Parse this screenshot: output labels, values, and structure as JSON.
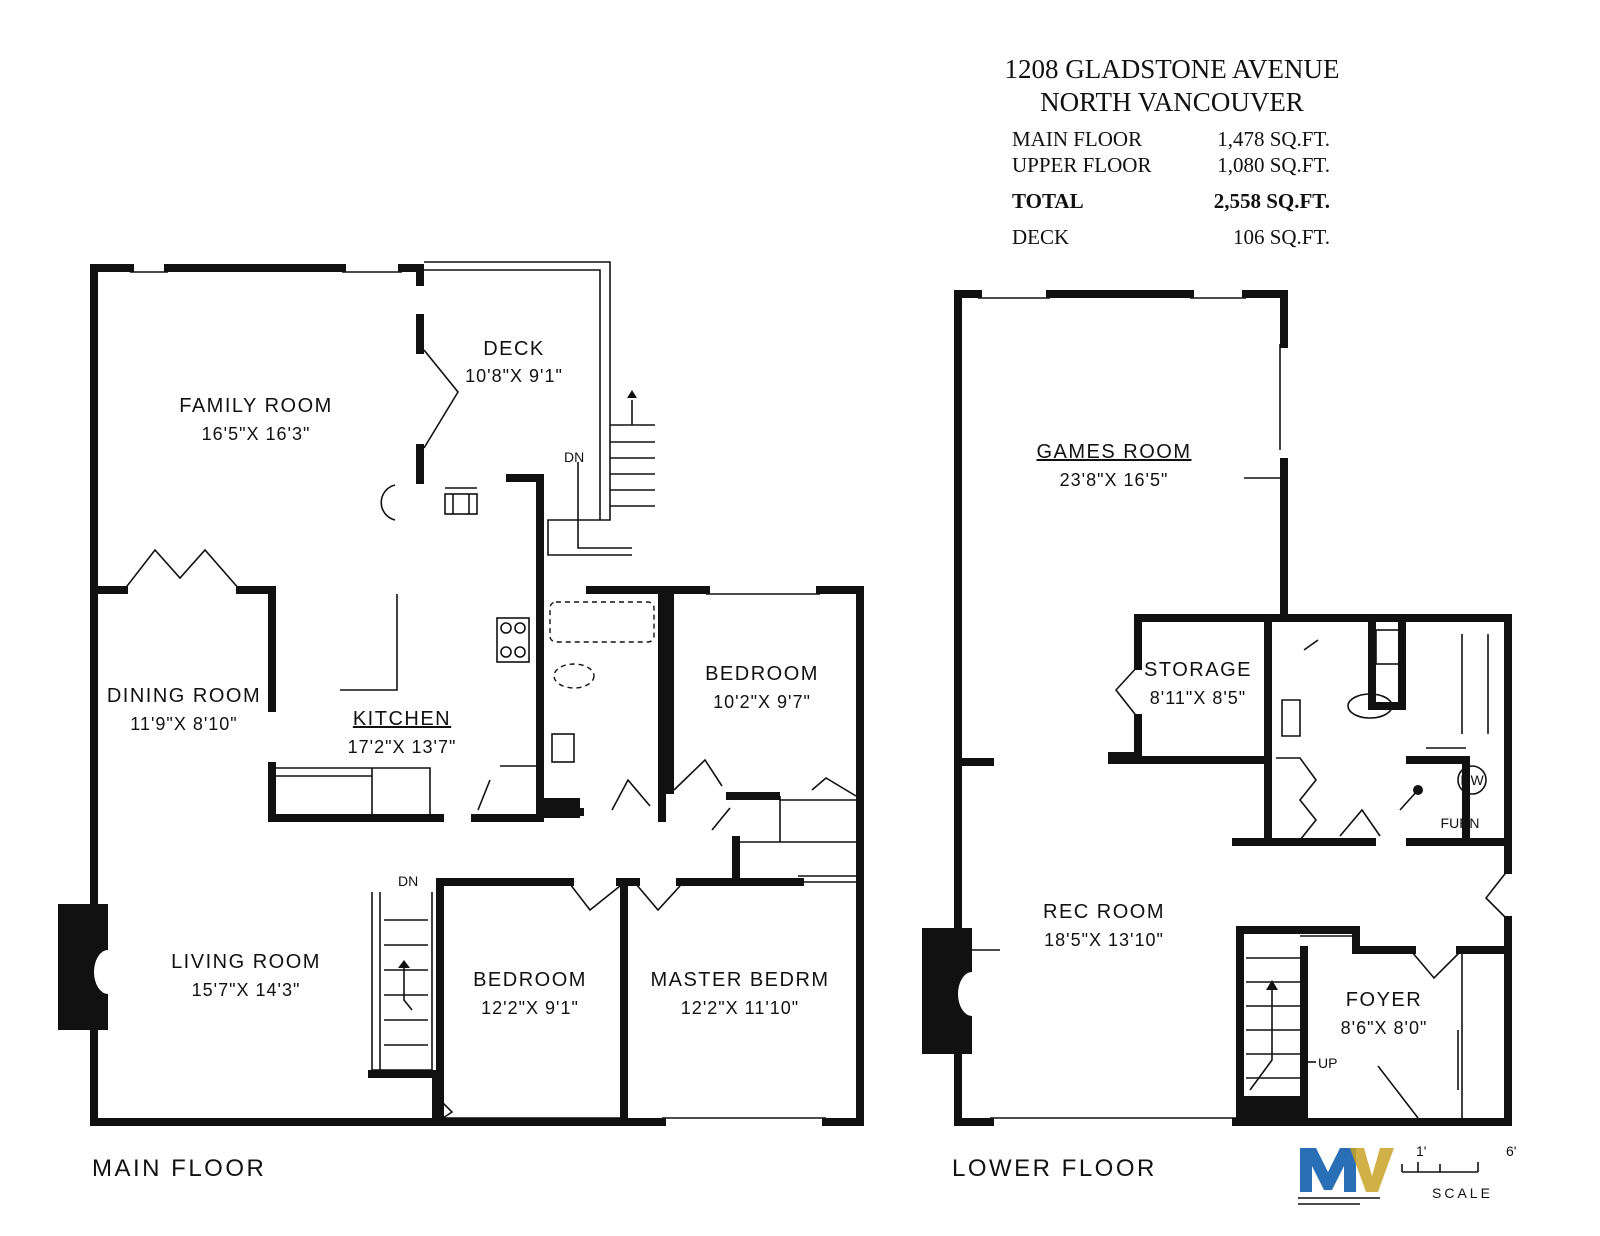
{
  "header": {
    "address": "1208 GLADSTONE AVENUE",
    "city": "NORTH VANCOUVER",
    "rows": [
      {
        "label": "MAIN FLOOR",
        "value": "1,478 SQ.FT.",
        "bold": false
      },
      {
        "label": "UPPER FLOOR",
        "value": "1,080 SQ.FT.",
        "bold": false
      },
      {
        "label": "TOTAL",
        "value": "2,558 SQ.FT.",
        "bold": true
      },
      {
        "label": "DECK",
        "value": "106 SQ.FT.",
        "bold": false
      }
    ]
  },
  "main_floor": {
    "label": "MAIN FLOOR",
    "rooms": {
      "family": {
        "name": "FAMILY ROOM",
        "dim": "16'5\"X 16'3\""
      },
      "deck": {
        "name": "DECK",
        "dim": "10'8\"X 9'1\""
      },
      "dining": {
        "name": "DINING ROOM",
        "dim": "11'9\"X 8'10\""
      },
      "kitchen": {
        "name": "KITCHEN",
        "dim": "17'2\"X 13'7\""
      },
      "bedroom1": {
        "name": "BEDROOM",
        "dim": "10'2\"X 9'7\""
      },
      "living": {
        "name": "LIVING ROOM",
        "dim": "15'7\"X 14'3\""
      },
      "bedroom2": {
        "name": "BEDROOM",
        "dim": "12'2\"X 9'1\""
      },
      "master": {
        "name": "MASTER BEDRM",
        "dim": "12'2\"X 11'10\""
      }
    },
    "stair_deck": "DN",
    "stair_main": "DN"
  },
  "lower_floor": {
    "label": "LOWER FLOOR",
    "rooms": {
      "games": {
        "name": "GAMES ROOM",
        "dim": "23'8\"X 16'5\""
      },
      "storage": {
        "name": "STORAGE",
        "dim": "8'11\"X 8'5\""
      },
      "rec": {
        "name": "REC ROOM",
        "dim": "18'5\"X 13'10\""
      },
      "foyer": {
        "name": "FOYER",
        "dim": "8'6\"X 8'0\""
      }
    },
    "stair_up": "UP",
    "hw": "HW",
    "furn": "FURN"
  },
  "scale": {
    "label": "SCALE",
    "start": "1'",
    "end": "6'"
  },
  "logo": {
    "mark": "MV"
  },
  "colors": {
    "ink": "#111111",
    "logo_blue": "#2a6fb5",
    "logo_gold": "#c9a227"
  }
}
